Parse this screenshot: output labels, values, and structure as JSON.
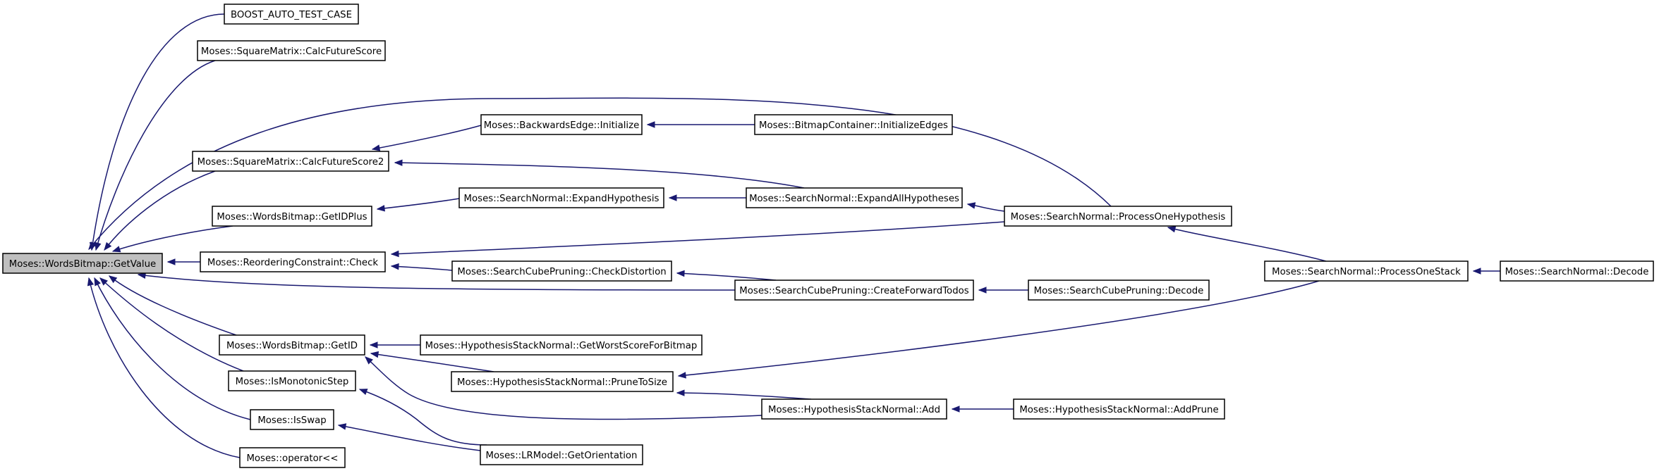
{
  "graph": {
    "title": "",
    "root": "Moses::WordsBitmap::GetValue",
    "nodes": [
      {
        "id": "root",
        "label": "Moses::WordsBitmap::GetValue",
        "root": true
      },
      {
        "id": "boost",
        "label": "BOOST_AUTO_TEST_CASE"
      },
      {
        "id": "calcFS",
        "label": "Moses::SquareMatrix::CalcFutureScore"
      },
      {
        "id": "calcFS2",
        "label": "Moses::SquareMatrix::CalcFutureScore2"
      },
      {
        "id": "getIDPlus",
        "label": "Moses::WordsBitmap::GetIDPlus"
      },
      {
        "id": "rcCheck",
        "label": "Moses::ReorderingConstraint::Check"
      },
      {
        "id": "getID",
        "label": "Moses::WordsBitmap::GetID"
      },
      {
        "id": "isMono",
        "label": "Moses::IsMonotonicStep"
      },
      {
        "id": "isSwap",
        "label": "Moses::IsSwap"
      },
      {
        "id": "opShift",
        "label": "Moses::operator<<"
      },
      {
        "id": "beInit",
        "label": "Moses::BackwardsEdge::Initialize"
      },
      {
        "id": "expHyp",
        "label": "Moses::SearchNormal::ExpandHypothesis"
      },
      {
        "id": "checkDist",
        "label": "Moses::SearchCubePruning::CheckDistortion"
      },
      {
        "id": "worstScore",
        "label": "Moses::HypothesisStackNormal::GetWorstScoreForBitmap"
      },
      {
        "id": "prune",
        "label": "Moses::HypothesisStackNormal::PruneToSize"
      },
      {
        "id": "getOrient",
        "label": "Moses::LRModel::GetOrientation"
      },
      {
        "id": "bcInitEdges",
        "label": "Moses::BitmapContainer::InitializeEdges"
      },
      {
        "id": "expAll",
        "label": "Moses::SearchNormal::ExpandAllHypotheses"
      },
      {
        "id": "createFwd",
        "label": "Moses::SearchCubePruning::CreateForwardTodos"
      },
      {
        "id": "hsAdd",
        "label": "Moses::HypothesisStackNormal::Add"
      },
      {
        "id": "scpDecode",
        "label": "Moses::SearchCubePruning::Decode"
      },
      {
        "id": "hsAddPrune",
        "label": "Moses::HypothesisStackNormal::AddPrune"
      },
      {
        "id": "procOneHyp",
        "label": "Moses::SearchNormal::ProcessOneHypothesis"
      },
      {
        "id": "procOneStack",
        "label": "Moses::SearchNormal::ProcessOneStack"
      },
      {
        "id": "snDecode",
        "label": "Moses::SearchNormal::Decode"
      }
    ],
    "edges": [
      {
        "from": "boost",
        "to": "root"
      },
      {
        "from": "calcFS",
        "to": "root"
      },
      {
        "from": "calcFS2",
        "to": "root"
      },
      {
        "from": "getIDPlus",
        "to": "root"
      },
      {
        "from": "rcCheck",
        "to": "root"
      },
      {
        "from": "getID",
        "to": "root"
      },
      {
        "from": "isMono",
        "to": "root"
      },
      {
        "from": "isSwap",
        "to": "root"
      },
      {
        "from": "opShift",
        "to": "root"
      },
      {
        "from": "procOneHyp",
        "to": "root"
      },
      {
        "from": "createFwd",
        "to": "root"
      },
      {
        "from": "beInit",
        "to": "calcFS2"
      },
      {
        "from": "expAll",
        "to": "calcFS2"
      },
      {
        "from": "expHyp",
        "to": "getIDPlus"
      },
      {
        "from": "procOneHyp",
        "to": "rcCheck"
      },
      {
        "from": "checkDist",
        "to": "rcCheck"
      },
      {
        "from": "worstScore",
        "to": "getID"
      },
      {
        "from": "prune",
        "to": "getID"
      },
      {
        "from": "hsAdd",
        "to": "getID"
      },
      {
        "from": "getOrient",
        "to": "isMono"
      },
      {
        "from": "getOrient",
        "to": "isSwap"
      },
      {
        "from": "bcInitEdges",
        "to": "beInit"
      },
      {
        "from": "expAll",
        "to": "expHyp"
      },
      {
        "from": "createFwd",
        "to": "checkDist"
      },
      {
        "from": "procOneStack",
        "to": "prune"
      },
      {
        "from": "hsAdd",
        "to": "prune"
      },
      {
        "from": "procOneHyp",
        "to": "expAll"
      },
      {
        "from": "scpDecode",
        "to": "createFwd"
      },
      {
        "from": "hsAddPrune",
        "to": "hsAdd"
      },
      {
        "from": "procOneStack",
        "to": "procOneHyp"
      },
      {
        "from": "snDecode",
        "to": "procOneStack"
      }
    ]
  },
  "colors": {
    "edge": "#191970",
    "root_fill": "#bfbfbf",
    "node_fill": "#ffffff",
    "node_stroke": "#000000"
  }
}
